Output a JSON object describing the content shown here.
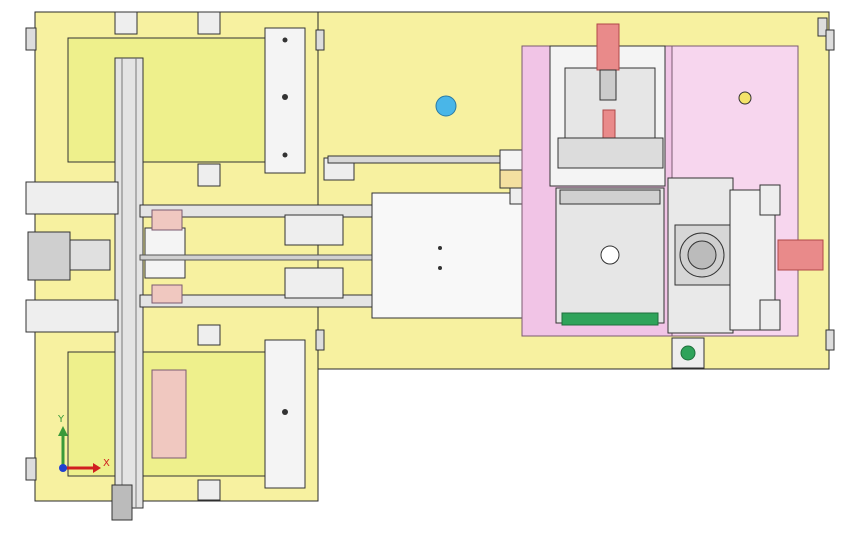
{
  "view": {
    "type": "CAD top view of machine assembly",
    "colors": {
      "plate": "#f7f1a0",
      "plate_stroke": "#2a2a2a",
      "fixture": "#eef08c",
      "pink_plate": "#f1c4e6",
      "pink_stroke": "#7a5a70",
      "steel": "#e4e4e4",
      "steel_dark": "#a9a9a9",
      "block": "#f4f4f4",
      "red_cyl": "#e98a8a",
      "red_dark": "#b04848",
      "green_strip": "#2fa35a",
      "sensor_blue": "#49b6e8",
      "hole": "#404040",
      "background": "#ffffff"
    }
  },
  "axes_triad": {
    "y_label": "Y",
    "x_label": "X"
  },
  "parts": {
    "left_base": "left-base-plate",
    "right_base": "right-base-plate",
    "top_fixture": "upper-fixture-plate",
    "bottom_fixture": "lower-fixture-plate",
    "vertical_rail": "vertical-linear-rail",
    "slide_rails": "horizontal-slide-rails",
    "motor": "servo-motor",
    "pink_station": "pink-work-station",
    "rotary_table": "rotary-index-table",
    "gearbox": "gearbox-unit",
    "sensor": "blue-sensor",
    "start_button": "start-button"
  }
}
